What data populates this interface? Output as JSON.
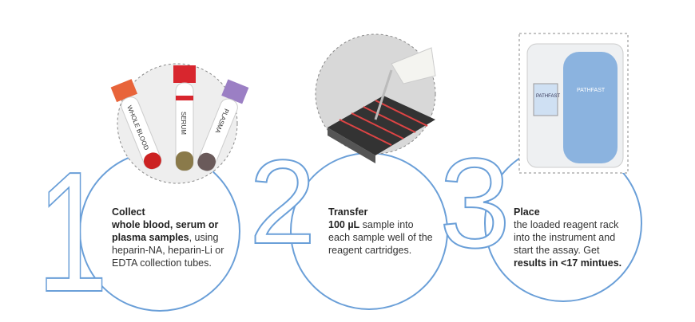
{
  "steps": [
    {
      "number": "1",
      "title": "Collect",
      "bold1": "whole blood, serum or plasma samples",
      "text1": ", using heparin-NA, heparin-Li or EDTA collection tubes.",
      "tubes": [
        "WHOLE BLOOD",
        "SERUM",
        "PLASMA"
      ]
    },
    {
      "number": "2",
      "title": "Transfer",
      "bold1": "100 µL",
      "text1": " sample into each sample well of the reagent cartridges."
    },
    {
      "number": "3",
      "title": "Place",
      "text1": "the loaded reagent rack into the instrument and start the assay. Get ",
      "bold1": "results in <17 mintues.",
      "instrument_label": "PATHFAST"
    }
  ],
  "colors": {
    "accent": "#6a9fd8",
    "orange": "#e8643a",
    "red": "#d8262e",
    "purple": "#9b7fc4"
  }
}
